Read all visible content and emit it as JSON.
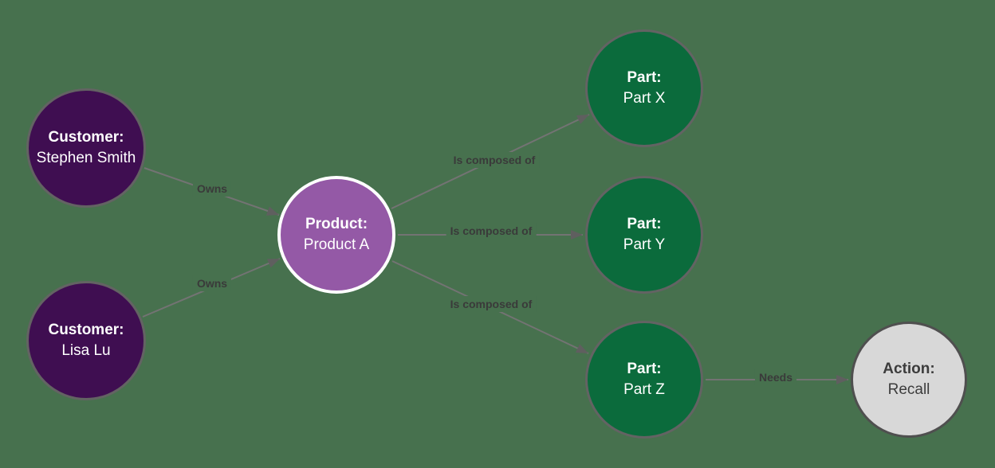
{
  "diagram": {
    "type": "graph",
    "background_color": "#47714E",
    "edge_color": "#737373",
    "arrowhead_color": "#5F5F5F",
    "edge_label_color": "#3A3A3A",
    "nodes": [
      {
        "id": "customer-stephen-smith",
        "title": "Customer:",
        "name": "Stephen Smith",
        "fill": "#3F0E51",
        "border_color": "#636363",
        "text_color": "#FFFFFF"
      },
      {
        "id": "customer-lisa-lu",
        "title": "Customer:",
        "name": "Lisa Lu",
        "fill": "#3F0E51",
        "border_color": "#636363",
        "text_color": "#FFFFFF"
      },
      {
        "id": "product-a",
        "title": "Product:",
        "name": "Product A",
        "fill": "#9459A6",
        "border_color": "#FFFFFF",
        "text_color": "#FFFFFF"
      },
      {
        "id": "part-x",
        "title": "Part:",
        "name": "Part X",
        "fill": "#0B6B3C",
        "border_color": "#636363",
        "text_color": "#FFFFFF"
      },
      {
        "id": "part-y",
        "title": "Part:",
        "name": "Part Y",
        "fill": "#0B6B3C",
        "border_color": "#636363",
        "text_color": "#FFFFFF"
      },
      {
        "id": "part-z",
        "title": "Part:",
        "name": "Part Z",
        "fill": "#0B6B3C",
        "border_color": "#636363",
        "text_color": "#FFFFFF"
      },
      {
        "id": "action-recall",
        "title": "Action:",
        "name": "Recall",
        "fill": "#D8D8D8",
        "border_color": "#4F4F4F",
        "text_color": "#3C3C3C"
      }
    ],
    "edges": [
      {
        "from": "customer-stephen-smith",
        "to": "product-a",
        "label": "Owns"
      },
      {
        "from": "customer-lisa-lu",
        "to": "product-a",
        "label": "Owns"
      },
      {
        "from": "product-a",
        "to": "part-x",
        "label": "Is composed of"
      },
      {
        "from": "product-a",
        "to": "part-y",
        "label": "Is composed of"
      },
      {
        "from": "product-a",
        "to": "part-z",
        "label": "Is composed of"
      },
      {
        "from": "part-z",
        "to": "action-recall",
        "label": "Needs"
      }
    ]
  }
}
